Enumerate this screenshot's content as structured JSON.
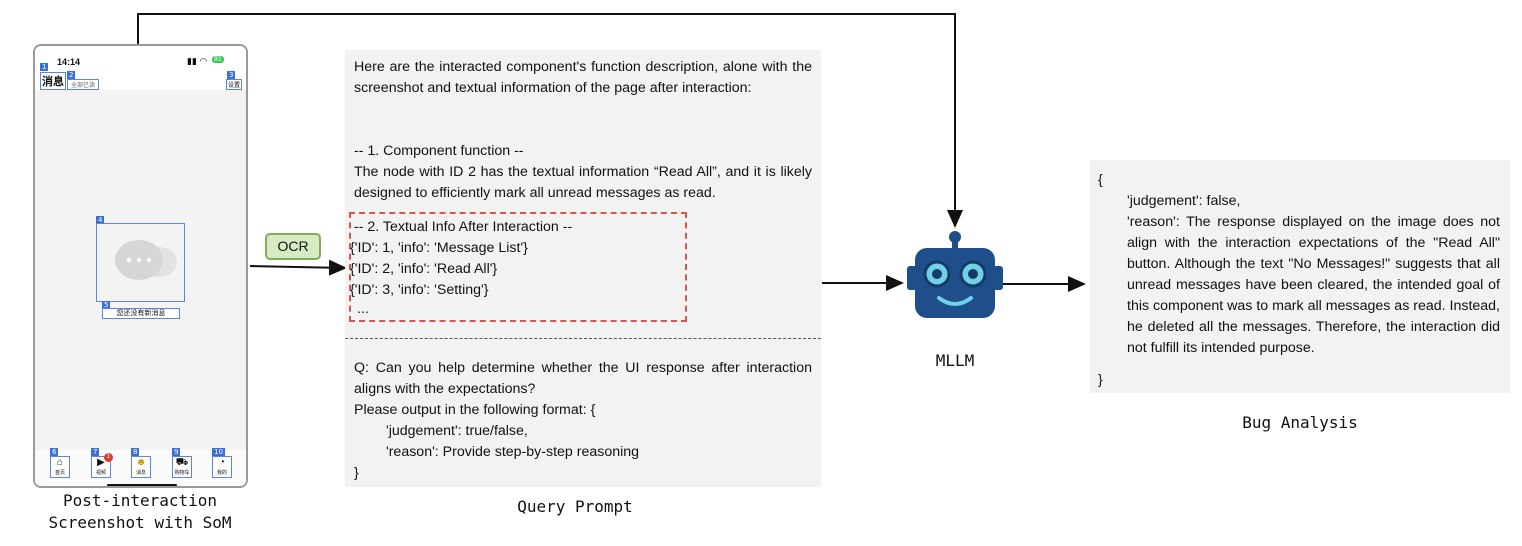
{
  "phone": {
    "time": "14:14",
    "battery": "81",
    "title": "消息",
    "read_all": "全部已读",
    "settings": "设置",
    "empty_text": "您还没有新消息",
    "som_ids": [
      "1",
      "2",
      "3",
      "4",
      "5",
      "6",
      "7",
      "8",
      "9",
      "10"
    ],
    "tabs": [
      "首页",
      "视频",
      "消息",
      "购物车",
      "我的"
    ],
    "badge": "1"
  },
  "captions": {
    "screenshot": "Post-interaction\nScreenshot with SoM",
    "prompt": "Query Prompt",
    "mllm": "MLLM",
    "analysis": "Bug Analysis"
  },
  "ocr_label": "OCR",
  "prompt": {
    "intro": "Here are the interacted component's function description, alone with the screenshot and textual information of the page after interaction:",
    "section1_header": "-- 1. Component function --",
    "section1_body": "The node with ID 2 has the textual information “Read All”, and it is likely designed to efficiently mark all unread messages as read.",
    "section2_header": "-- 2. Textual Info After Interaction --",
    "section2_items": [
      "{'ID': 1, 'info': 'Message List'}",
      "{'ID': 2, 'info': 'Read All'}",
      "{'ID': 3, 'info': 'Setting'}",
      "..."
    ],
    "question": "Q: Can you help determine whether the UI response after interaction aligns with the expectations?",
    "format_intro": "Please output in the following format: {",
    "format_judgement": "'judgement': true/false,",
    "format_reason": "'reason': Provide step-by-step reasoning",
    "format_close": "}"
  },
  "output": {
    "open": "{",
    "judgement": "'judgement': false,",
    "reason": "'reason': The response displayed on the image does not align with the interaction expectations of the \"Read All\" button. Although the text \"No Messages!\" suggests that all unread messages have been cleared, the intended goal of this component was to mark all messages as read. Instead, he deleted all the messages. Therefore, the interaction did not fulfill its intended purpose.",
    "close": "}"
  },
  "colors": {
    "robot": "#1f4f8a",
    "robot_eyes": "#6fd0e8",
    "som_blue": "#3b6fd3",
    "ocr_fill": "#d7ebc3",
    "ocr_border": "#7fae57",
    "dashed_red": "#d9534f"
  }
}
